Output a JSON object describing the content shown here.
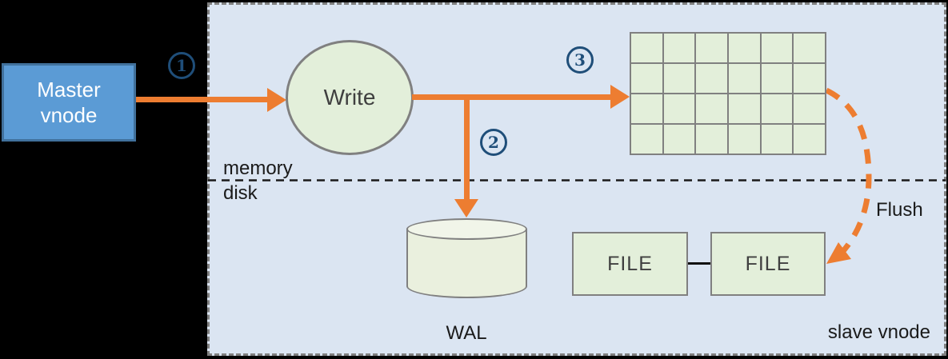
{
  "colors": {
    "accent_orange": "#ED7D31",
    "node_blue": "#5B9BD5",
    "node_blue_border": "#41719C",
    "badge_blue": "#1F4E79",
    "panel_blue": "#DBE5F2",
    "shape_green": "#E3EFDA",
    "shape_border_gray": "#808080"
  },
  "diagram": {
    "master_vnode_label": "Master vnode",
    "write_label": "Write",
    "steps": {
      "one": "1",
      "two": "2",
      "three": "3"
    },
    "memory_label": "memory",
    "disk_label": "disk",
    "wal_label": "WAL",
    "file_left_label": "FILE",
    "file_right_label": "FILE",
    "flush_label": "Flush",
    "slave_vnode_label": "slave vnode",
    "mem_table": {
      "rows": 4,
      "cols": 6
    }
  }
}
